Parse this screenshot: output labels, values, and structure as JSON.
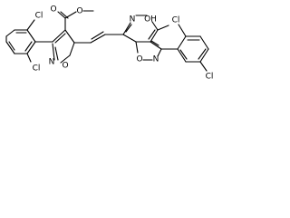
{
  "labels": {
    "cl_top_left": "Cl",
    "cl_bottom_left": "Cl",
    "cl_top_right": "Cl",
    "cl_bottom_right": "Cl",
    "o_ester_carbonyl": "O",
    "o_ester_methoxy": "O",
    "isoxazole_left_n": "N",
    "isoxazole_left_o": "O",
    "pyridine_n": "N",
    "oh_group": "OH",
    "isoxazole_right_o": "O",
    "isoxazole_right_n": "N"
  },
  "colors": {
    "bond": "#000000",
    "text": "#000000",
    "background": "#ffffff"
  }
}
